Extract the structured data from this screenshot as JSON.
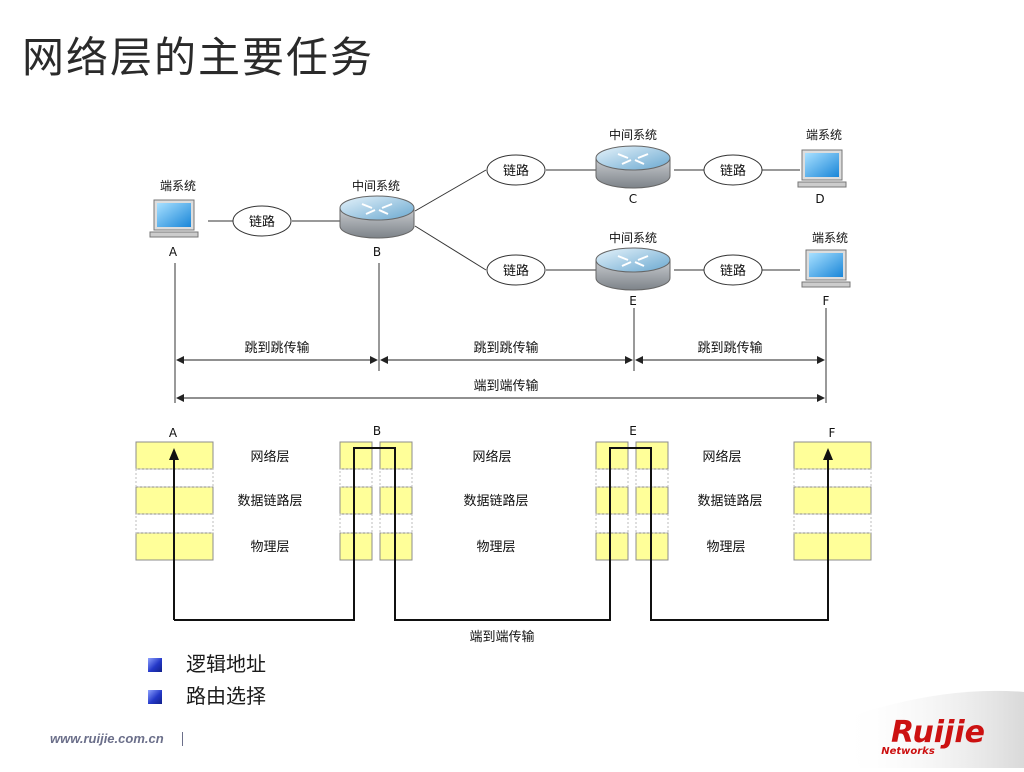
{
  "slide": {
    "title": "网络层的主要任务",
    "bullets": [
      "逻辑地址",
      "路由选择"
    ],
    "footer_url": "www.ruijie.com.cn",
    "logo_text": "Ruijie",
    "logo_sub": "Networks"
  },
  "diagram": {
    "end_system": "端系统",
    "intermediate_system": "中间系统",
    "link": "链路",
    "hop": "跳到跳传输",
    "end_to_end": "端到端传输",
    "nodes": {
      "a": "A",
      "b": "B",
      "c": "C",
      "d": "D",
      "e": "E",
      "f": "F"
    },
    "layers": {
      "network": "网络层",
      "datalink": "数据链路层",
      "physical": "物理层"
    }
  },
  "colors": {
    "layer_fill": "#ffff99",
    "layer_border": "#8c8c8c",
    "router": "#7fb3d5",
    "bullet": "#2438c8",
    "logo": "#cc1111"
  }
}
